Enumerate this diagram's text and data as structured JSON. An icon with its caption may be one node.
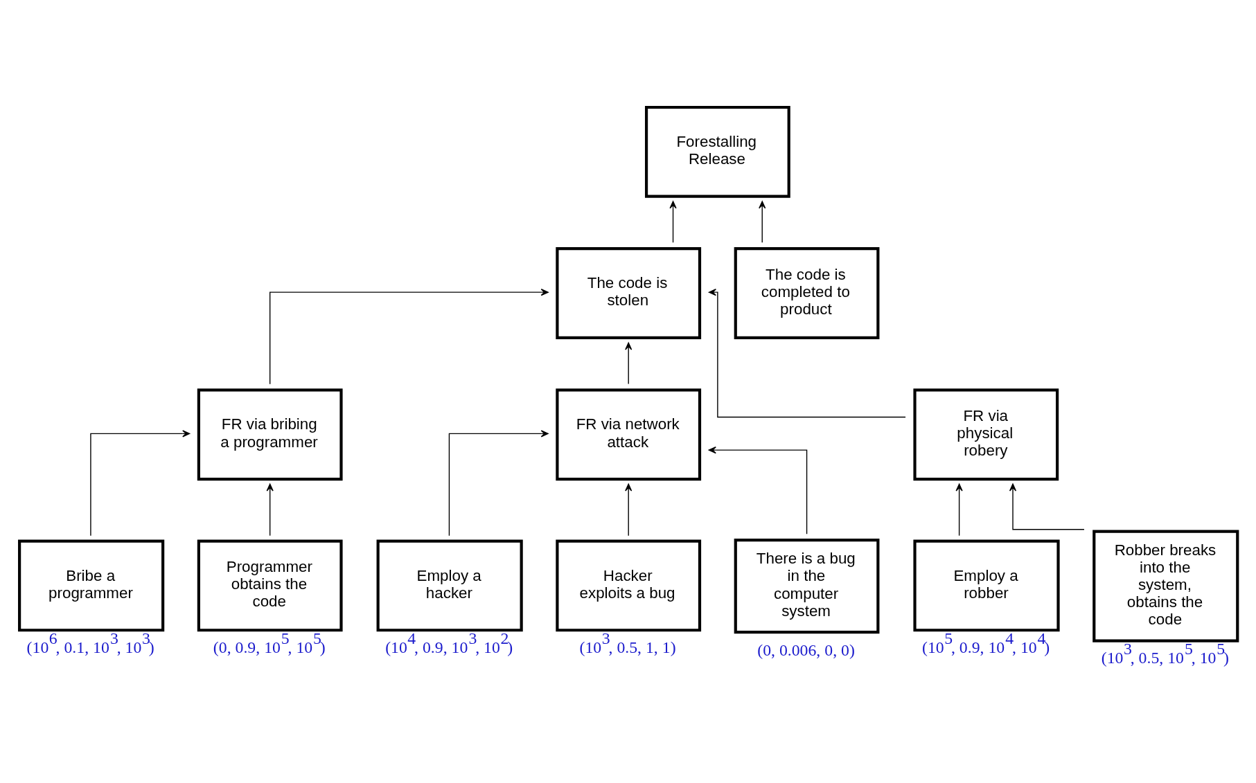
{
  "diagram": {
    "nodes": [
      {
        "text": [
          "Forestalling Release"
        ]
      },
      {
        "text": [
          "The code is stolen"
        ]
      },
      {
        "text": [
          "The code is completed to product"
        ]
      },
      {
        "text": [
          "FR via bribing a programmer"
        ]
      },
      {
        "text": [
          "FR via network attack"
        ]
      },
      {
        "text": [
          "FR via physical robery"
        ]
      },
      {
        "text": [
          "Bribe a programmer"
        ],
        "beside": [
          "(10$^{6}$, 0.1, 10$^{3}$, 10$^{3}$)"
        ]
      },
      {
        "text": [
          "Programmer obtains the code"
        ],
        "beside": [
          "(0, 0.9, 10$^{5}$, 10$^{5}$)"
        ]
      },
      {
        "text": [
          "Employ a hacker"
        ],
        "beside": [
          "(10$^{4}$, 0.9, 10$^{3}$, 10$^{2}$)"
        ]
      },
      {
        "text": [
          "Hacker exploits a bug"
        ],
        "beside": [
          "(10$^{3}$, 0.5, 1, 1)"
        ]
      },
      {
        "text": [
          "There is a bug in the computer system"
        ],
        "beside": [
          "(0, 0.006, 0, 0)"
        ]
      },
      {
        "text": [
          "Employ a robber"
        ],
        "beside": [
          "(10$^{5}$, 0.9, 10$^{4}$, 10$^{4}$)"
        ]
      },
      {
        "text": [
          "Robber breaks into the system, obtains the code"
        ],
        "beside": [
          "(10$^{3}$, 0.5, 10$^{5}$, 10$^{5}$)"
        ]
      }
    ],
    "edges": [
      {
        "from": 1,
        "to": 0,
        "arrow": "to"
      },
      {
        "from": 2,
        "to": 0,
        "arrow": "to"
      },
      {
        "from": 3,
        "to": 1,
        "arrow": "to"
      },
      {
        "from": 4,
        "to": 1,
        "arrow": "to"
      },
      {
        "from": 5,
        "to": 1,
        "arrow": "to"
      },
      {
        "from": 6,
        "to": 3,
        "arrow": "to"
      },
      {
        "from": 7,
        "to": 3,
        "arrow": "to"
      },
      {
        "from": 8,
        "to": 4,
        "arrow": "to"
      },
      {
        "from": 9,
        "to": 4,
        "arrow": "to"
      },
      {
        "from": 10,
        "to": 4,
        "arrow": "to"
      },
      {
        "from": 11,
        "to": 5,
        "arrow": "to"
      },
      {
        "from": 12,
        "to": 5,
        "arrow": "to"
      }
    ]
  }
}
